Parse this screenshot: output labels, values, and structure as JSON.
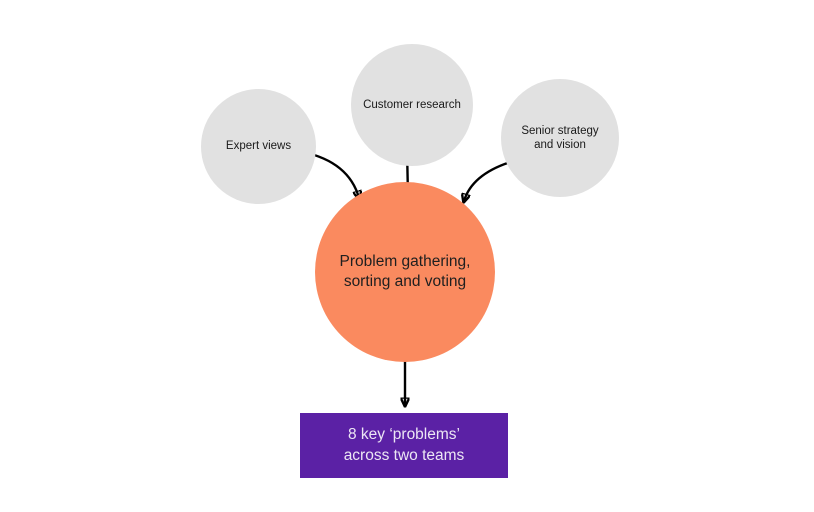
{
  "diagram": {
    "type": "flow-diagram",
    "colors": {
      "background": "#ffffff",
      "source_fill": "#e1e1e1",
      "hub_fill": "#fa8a5f",
      "output_fill": "#5b21a5",
      "output_text": "#ece6f4",
      "label_text": "#1a1a1a",
      "arrow": "#000000"
    },
    "sources": [
      {
        "name": "expert-views",
        "line1": "Expert views",
        "line2": ""
      },
      {
        "name": "customer-research",
        "line1": "Customer research",
        "line2": ""
      },
      {
        "name": "senior-strategy",
        "line1": "Senior strategy",
        "line2": "and vision"
      }
    ],
    "hub": {
      "line1": "Problem gathering,",
      "line2": "sorting and voting"
    },
    "output": {
      "line1": "8 key ‘problems’",
      "line2": "across two teams"
    }
  }
}
